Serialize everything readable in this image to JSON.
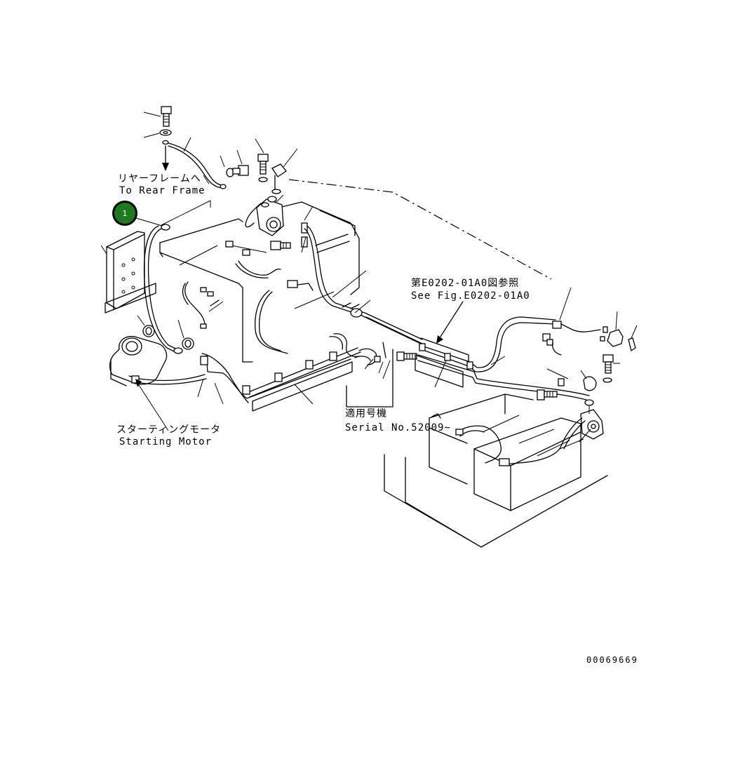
{
  "labels": {
    "rear_frame_jp": "リヤーフレームへ",
    "rear_frame_en": "To Rear Frame",
    "see_fig_jp": "第E0202-01A0図参照",
    "see_fig_en": "See Fig.E0202-01A0",
    "serial_jp": "適用号機",
    "serial_en": "Serial No.52009~",
    "starting_motor_jp": "スターティングモータ",
    "starting_motor_en": "Starting Motor",
    "drawing_number": "00069669"
  },
  "callout": {
    "number": "1",
    "color": "#1e7a1e",
    "ring_color": "#000000"
  },
  "icons": [
    "down-arrow-icon",
    "bolt-icon",
    "washer-icon",
    "battery-icon",
    "cable-clamp-icon"
  ]
}
